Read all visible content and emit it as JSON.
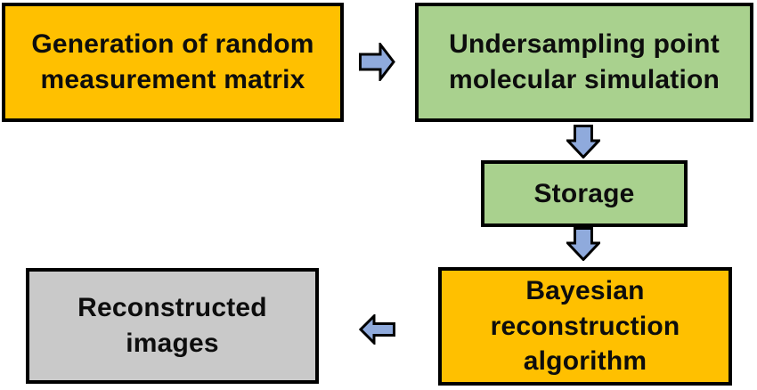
{
  "nodes": [
    {
      "id": "generation",
      "label": "Generation of random\nmeasurement matrix",
      "fill": "#FFC000"
    },
    {
      "id": "undersampling",
      "label": "Undersampling point\nmolecular simulation",
      "fill": "#A9D18E"
    },
    {
      "id": "storage",
      "label": "Storage",
      "fill": "#A9D18E"
    },
    {
      "id": "bayesian",
      "label": "Bayesian\nreconstruction\nalgorithm",
      "fill": "#FFC000"
    },
    {
      "id": "reconstructed",
      "label": "Reconstructed\nimages",
      "fill": "#C9C9C9"
    }
  ],
  "arrows": [
    {
      "id": "arrow-1",
      "direction": "right",
      "from": "generation",
      "to": "undersampling"
    },
    {
      "id": "arrow-2",
      "direction": "down",
      "from": "undersampling",
      "to": "storage"
    },
    {
      "id": "arrow-3",
      "direction": "down",
      "from": "storage",
      "to": "bayesian"
    },
    {
      "id": "arrow-4",
      "direction": "left",
      "from": "bayesian",
      "to": "reconstructed"
    }
  ],
  "colors": {
    "orange_box": "#FFC000",
    "green_box": "#A9D18E",
    "gray_box": "#C9C9C9",
    "arrow_fill": "#8FAADC",
    "outline": "#000000",
    "text": "#0d0d0d",
    "background": "#ffffff"
  }
}
